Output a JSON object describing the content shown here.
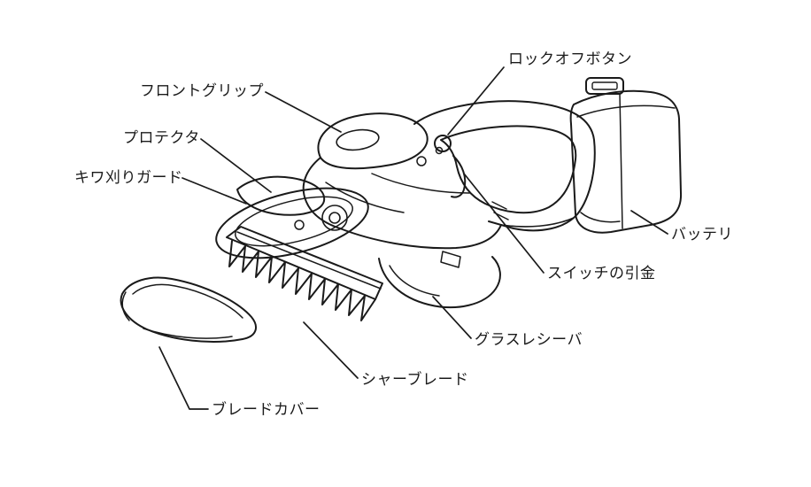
{
  "figure": {
    "background": "#ffffff",
    "line_color": "#1a1a1a"
  },
  "labels": {
    "lock_off_button": "ロックオフボタン",
    "front_grip": "フロントグリップ",
    "protector": "プロテクタ",
    "edge_guard": "キワ刈りガード",
    "battery": "バッテリ",
    "switch_trigger": "スイッチの引金",
    "grass_receiver": "グラスレシーバ",
    "shear_blade": "シャーブレード",
    "blade_cover": "ブレードカバー"
  }
}
